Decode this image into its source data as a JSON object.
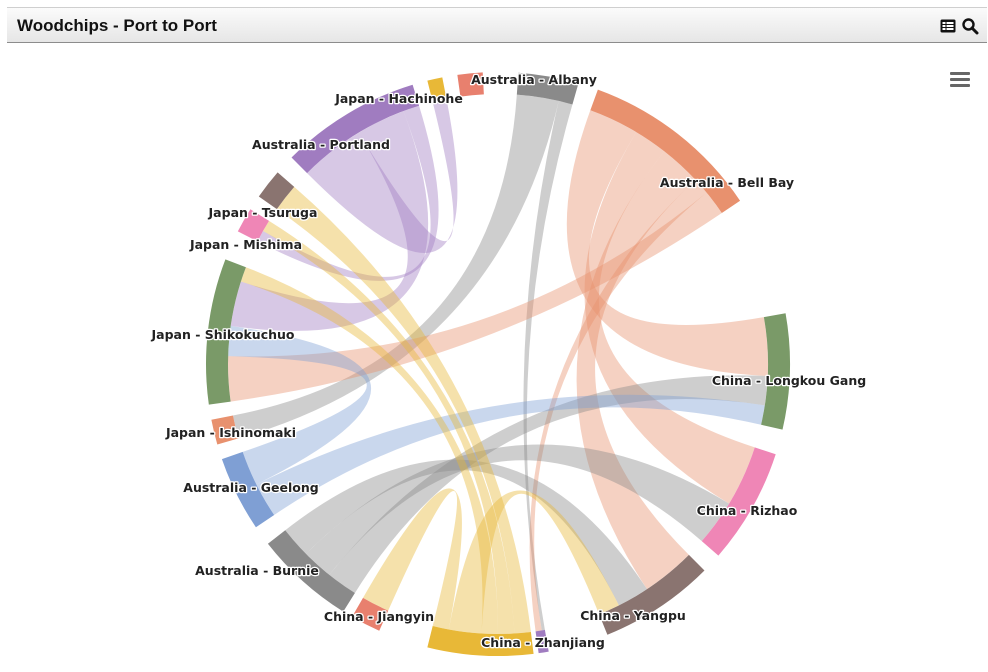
{
  "panel": {
    "title": "Woodchips - Port to Port"
  },
  "icons": {
    "table": "table-view-icon",
    "zoom": "zoom-icon",
    "menu": "hamburger-menu-icon"
  },
  "chart_data": {
    "type": "dependency-wheel",
    "title": "",
    "nodes": [
      {
        "name": "Australia - Albany",
        "color": "#8a8a8a"
      },
      {
        "name": "Australia - Bell Bay",
        "color": "#e8916e"
      },
      {
        "name": "China - Longkou Gang",
        "color": "#7a9a68"
      },
      {
        "name": "China - Rizhao",
        "color": "#ef86b6"
      },
      {
        "name": "China - Yangpu",
        "color": "#8a7470"
      },
      {
        "name": "China - Zhanjiang",
        "color": "#a07cc0"
      },
      {
        "name": "China - Jiangyin",
        "color": "#e8b837"
      },
      {
        "name": "China - Jiangyin ",
        "color": "#e8806e"
      },
      {
        "name": "Australia - Burnie",
        "color": "#8a8a8a"
      },
      {
        "name": "Australia - Geelong",
        "color": "#7f9fd4"
      },
      {
        "name": "Japan - Ishinomaki",
        "color": "#e8916e"
      },
      {
        "name": "Japan - Shikokuchuo",
        "color": "#7a9a68"
      },
      {
        "name": "Japan - Mishima",
        "color": "#ef86b6"
      },
      {
        "name": "Japan - Tsuruga",
        "color": "#8a7470"
      },
      {
        "name": "Australia - Portland",
        "color": "#a07cc0"
      },
      {
        "name": "Japan - Hachinohe",
        "color": "#e8b837"
      },
      {
        "name": "Japan - Hachinohe ",
        "color": "#e8806e"
      }
    ],
    "labels": [
      {
        "text": "Australia - Albany",
        "node": 0
      },
      {
        "text": "Australia - Bell Bay",
        "node": 1
      },
      {
        "text": "China - Longkou Gang",
        "node": 2
      },
      {
        "text": "China - Rizhao",
        "node": 3
      },
      {
        "text": "China - Yangpu",
        "node": 4
      },
      {
        "text": "China - Zhanjiang",
        "node": 5
      },
      {
        "text": "China - Jiangyin",
        "node": 7
      },
      {
        "text": "Australia - Burnie",
        "node": 8
      },
      {
        "text": "Australia - Geelong",
        "node": 9
      },
      {
        "text": "Japan - Ishinomaki",
        "node": 10
      },
      {
        "text": "Japan - Shikokuchuo",
        "node": 11
      },
      {
        "text": "Japan - Mishima",
        "node": 12
      },
      {
        "text": "Japan - Tsuruga",
        "node": 13
      },
      {
        "text": "Australia - Portland",
        "node": 14
      },
      {
        "text": "Japan - Hachinohe",
        "node": 15
      }
    ],
    "links": [
      {
        "from": "Australia - Albany",
        "to": "Japan - Ishinomaki",
        "weight": 3
      },
      {
        "from": "Australia - Albany",
        "to": "China - Zhanjiang",
        "weight": 1
      },
      {
        "from": "Australia - Bell Bay",
        "to": "China - Longkou Gang",
        "weight": 6
      },
      {
        "from": "Australia - Bell Bay",
        "to": "China - Rizhao",
        "weight": 4
      },
      {
        "from": "Australia - Bell Bay",
        "to": "China - Yangpu",
        "weight": 5
      },
      {
        "from": "Australia - Bell Bay",
        "to": "China - Zhanjiang",
        "weight": 2
      },
      {
        "from": "Australia - Bell Bay",
        "to": "Japan - Shikokuchuo",
        "weight": 3
      },
      {
        "from": "Australia - Burnie",
        "to": "China - Longkou Gang",
        "weight": 3
      },
      {
        "from": "Australia - Burnie",
        "to": "China - Rizhao",
        "weight": 3
      },
      {
        "from": "Australia - Burnie",
        "to": "China - Yangpu",
        "weight": 3
      },
      {
        "from": "Australia - Geelong",
        "to": "China - Longkou Gang",
        "weight": 2
      },
      {
        "from": "Australia - Geelong",
        "to": "Japan - Shikokuchuo",
        "weight": 2
      },
      {
        "from": "Australia - Portland",
        "to": "Japan - Hachinohe",
        "weight": 4
      },
      {
        "from": "Australia - Portland",
        "to": "Japan - Shikokuchuo",
        "weight": 3
      },
      {
        "from": "Australia - Portland",
        "to": "Japan - Mishima",
        "weight": 1
      },
      {
        "from": "China - Jiangyin",
        "to": "Japan - Tsuruga",
        "weight": 1
      },
      {
        "from": "China - Jiangyin",
        "to": "Japan - Mishima",
        "weight": 1
      },
      {
        "from": "China - Jiangyin",
        "to": "Japan - Shikokuchuo",
        "weight": 1
      },
      {
        "from": "China - Jiangyin",
        "to": "China - Yangpu",
        "weight": 2
      },
      {
        "from": "China - Jiangyin",
        "to": "China - Jiangyin ",
        "weight": 1
      }
    ]
  }
}
